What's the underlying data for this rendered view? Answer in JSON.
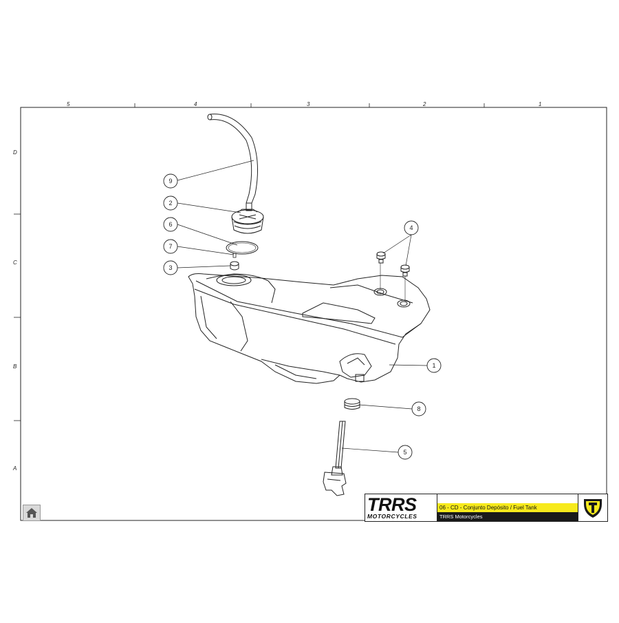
{
  "grid": {
    "columns": [
      "5",
      "4",
      "3",
      "2",
      "1"
    ],
    "rows": [
      "D",
      "C",
      "B",
      "A"
    ]
  },
  "callouts": [
    "1",
    "2",
    "3",
    "4",
    "5",
    "6",
    "7",
    "8",
    "9"
  ],
  "title_block": {
    "logo_main": "TRRS",
    "logo_sub": "MOTORCYCLES",
    "title": "06 - CD - Conjunto Depósito / Fuel Tank",
    "company": "TRRS Motorcycles",
    "accent_color": "#f7ea1c"
  },
  "home_button": {
    "icon": "home-icon"
  }
}
